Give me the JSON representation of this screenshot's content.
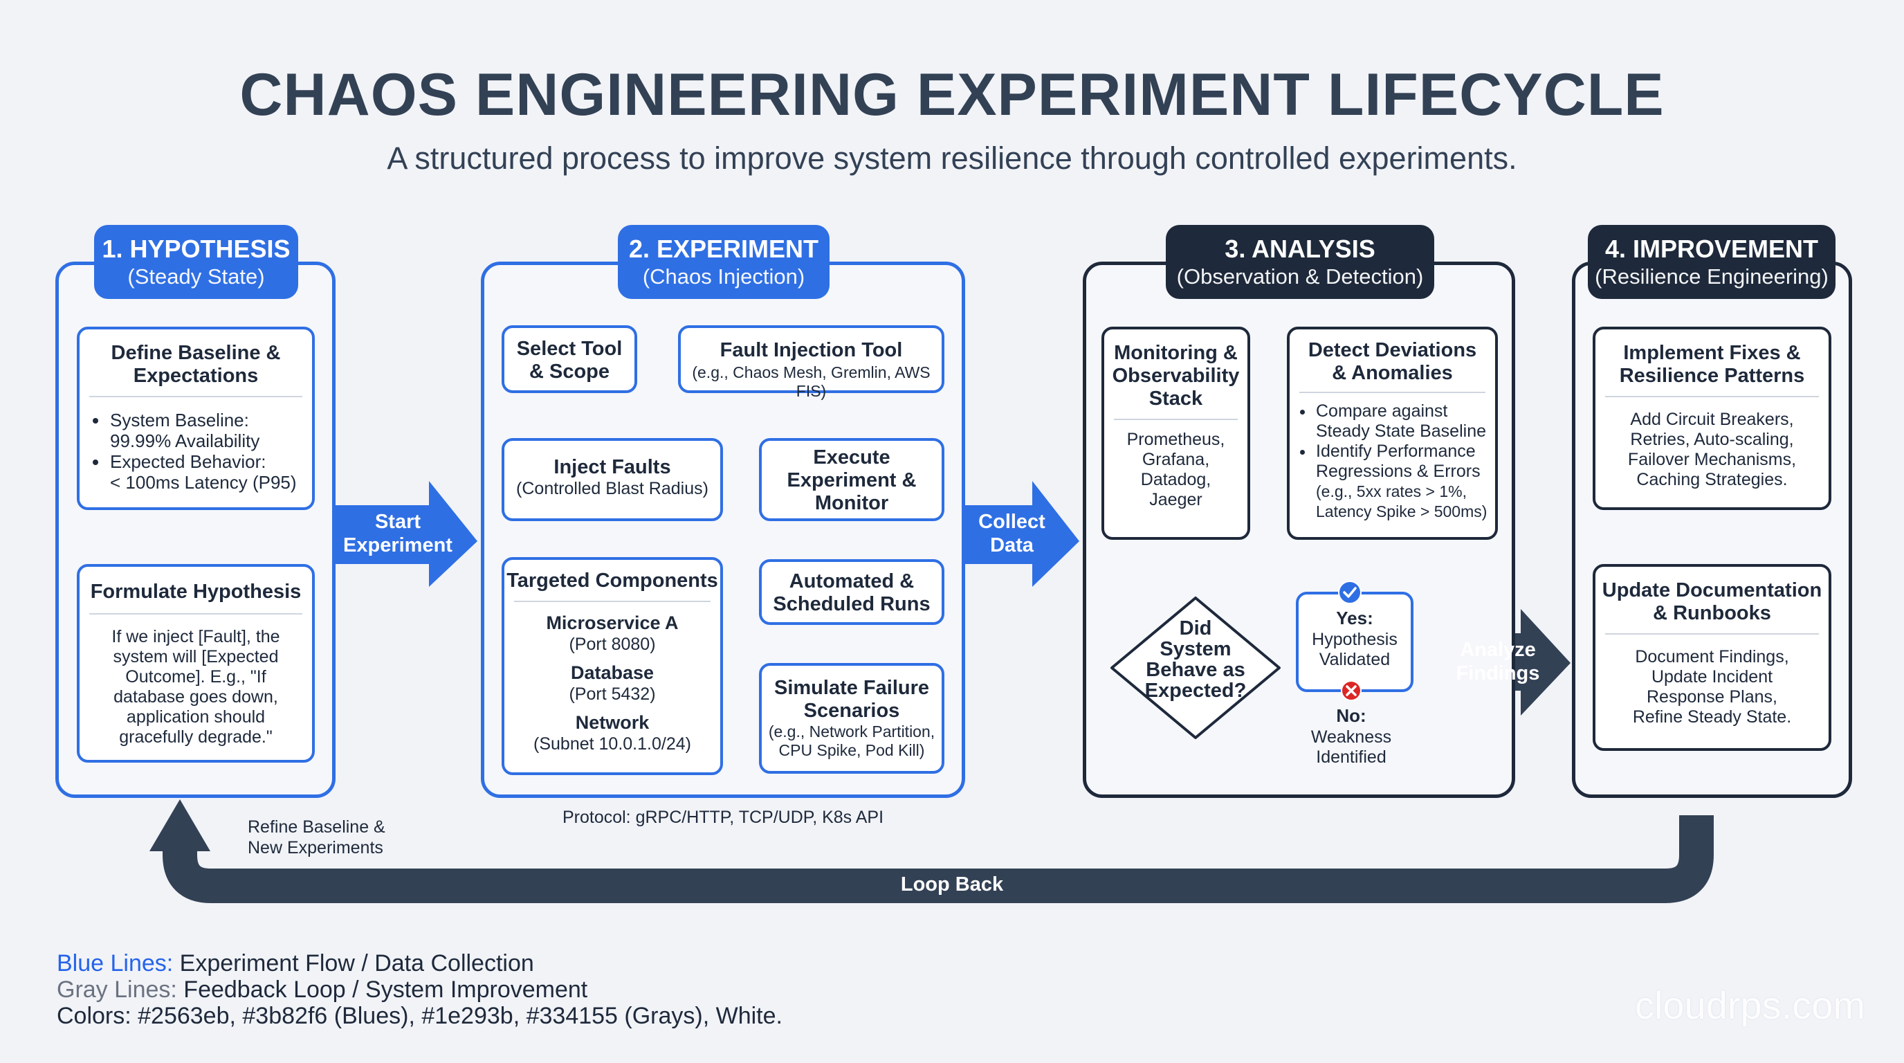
{
  "title": "CHAOS ENGINEERING EXPERIMENT LIFECYCLE",
  "subtitle": "A structured process to improve system resilience through controlled experiments.",
  "stages": {
    "hypothesis": {
      "title": "1. HYPOTHESIS",
      "sub": "(Steady State)"
    },
    "experiment": {
      "title": "2. EXPERIMENT",
      "sub": "(Chaos Injection)"
    },
    "analysis": {
      "title": "3. ANALYSIS",
      "sub": "(Observation & Detection)"
    },
    "improvement": {
      "title": "4. IMPROVEMENT",
      "sub": "(Resilience Engineering)"
    }
  },
  "hyp": {
    "baseline_title_1": "Define Baseline &",
    "baseline_title_2": "Expectations",
    "bullet1a": "System Baseline:",
    "bullet1b": "99.99% Availability",
    "bullet2a": "Expected Behavior:",
    "bullet2b": "< 100ms Latency (P95)",
    "formulate_title": "Formulate Hypothesis",
    "formulate_body": [
      "If we inject [Fault], the",
      "system will [Expected",
      "Outcome]. E.g., \"If",
      "database goes down,",
      "application should",
      "gracefully degrade.\""
    ]
  },
  "exp": {
    "select_tool": [
      "Select Tool",
      "& Scope"
    ],
    "fault_tool_title": "Fault Injection Tool",
    "fault_tool_sub": "(e.g., Chaos Mesh, Gremlin, AWS FIS)",
    "inject_title": "Inject Faults",
    "inject_sub": "(Controlled Blast Radius)",
    "targeted_title": "Targeted Components",
    "comp1_name": "Microservice A",
    "comp1_detail": "(Port 8080)",
    "comp2_name": "Database",
    "comp2_detail": "(Port 5432)",
    "comp3_name": "Network",
    "comp3_detail": "(Subnet 10.0.1.0/24)",
    "execute": [
      "Execute",
      "Experiment &",
      "Monitor"
    ],
    "automated": [
      "Automated &",
      "Scheduled Runs"
    ],
    "simulate_title": [
      "Simulate Failure",
      "Scenarios"
    ],
    "simulate_sub": [
      "(e.g., Network Partition,",
      "CPU Spike, Pod Kill)"
    ],
    "protocol": "Protocol: gRPC/HTTP, TCP/UDP, K8s API"
  },
  "ana": {
    "monitoring_title": [
      "Monitoring &",
      "Observability",
      "Stack"
    ],
    "monitoring_tools": [
      "Prometheus,",
      "Grafana,",
      "Datadog,",
      "Jaeger"
    ],
    "detect_title": [
      "Detect Deviations",
      "& Anomalies"
    ],
    "detect_b1": [
      "Compare against",
      "Steady State Baseline"
    ],
    "detect_b2": [
      "Identify Performance",
      "Regressions & Errors"
    ],
    "detect_b2_sub": [
      "(e.g., 5xx rates > 1%,",
      "Latency Spike > 500ms)"
    ],
    "decision": [
      "Did",
      "System",
      "Behave as",
      "Expected?"
    ],
    "yes_title": "Yes:",
    "yes_body": [
      "Hypothesis",
      "Validated"
    ],
    "no_title": "No:",
    "no_body": [
      "Weakness",
      "Identified"
    ]
  },
  "imp": {
    "implement_title": [
      "Implement Fixes &",
      "Resilience Patterns"
    ],
    "implement_body": [
      "Add Circuit Breakers,",
      "Retries, Auto-scaling,",
      "Failover Mechanisms,",
      "Caching Strategies."
    ],
    "update_title": [
      "Update Documentation",
      "& Runbooks"
    ],
    "update_body": [
      "Document Findings,",
      "Update Incident",
      "Response Plans,",
      "Refine Steady State."
    ]
  },
  "arrows": {
    "start": [
      "Start",
      "Experiment"
    ],
    "collect": [
      "Collect",
      "Data"
    ],
    "analyze": [
      "Analyze",
      "Findings"
    ],
    "loop_back": "Loop Back",
    "refine": [
      "Refine Baseline &",
      "New Experiments"
    ]
  },
  "legend": {
    "blue_key": "Blue Lines:",
    "blue_val": " Experiment Flow / Data Collection",
    "gray_key": "Gray Lines:",
    "gray_val": " Feedback Loop / System Improvement",
    "colors": "Colors: #2563eb, #3b82f6 (Blues), #1e293b, #334155 (Grays), White."
  },
  "watermark": "cloudrps.com",
  "colors": {
    "blue": "#2f6fe4",
    "dark": "#1e293b",
    "gray": "#334155",
    "bg": "#f1f3f7"
  },
  "icons": [
    "check-circle-icon",
    "x-circle-icon"
  ]
}
